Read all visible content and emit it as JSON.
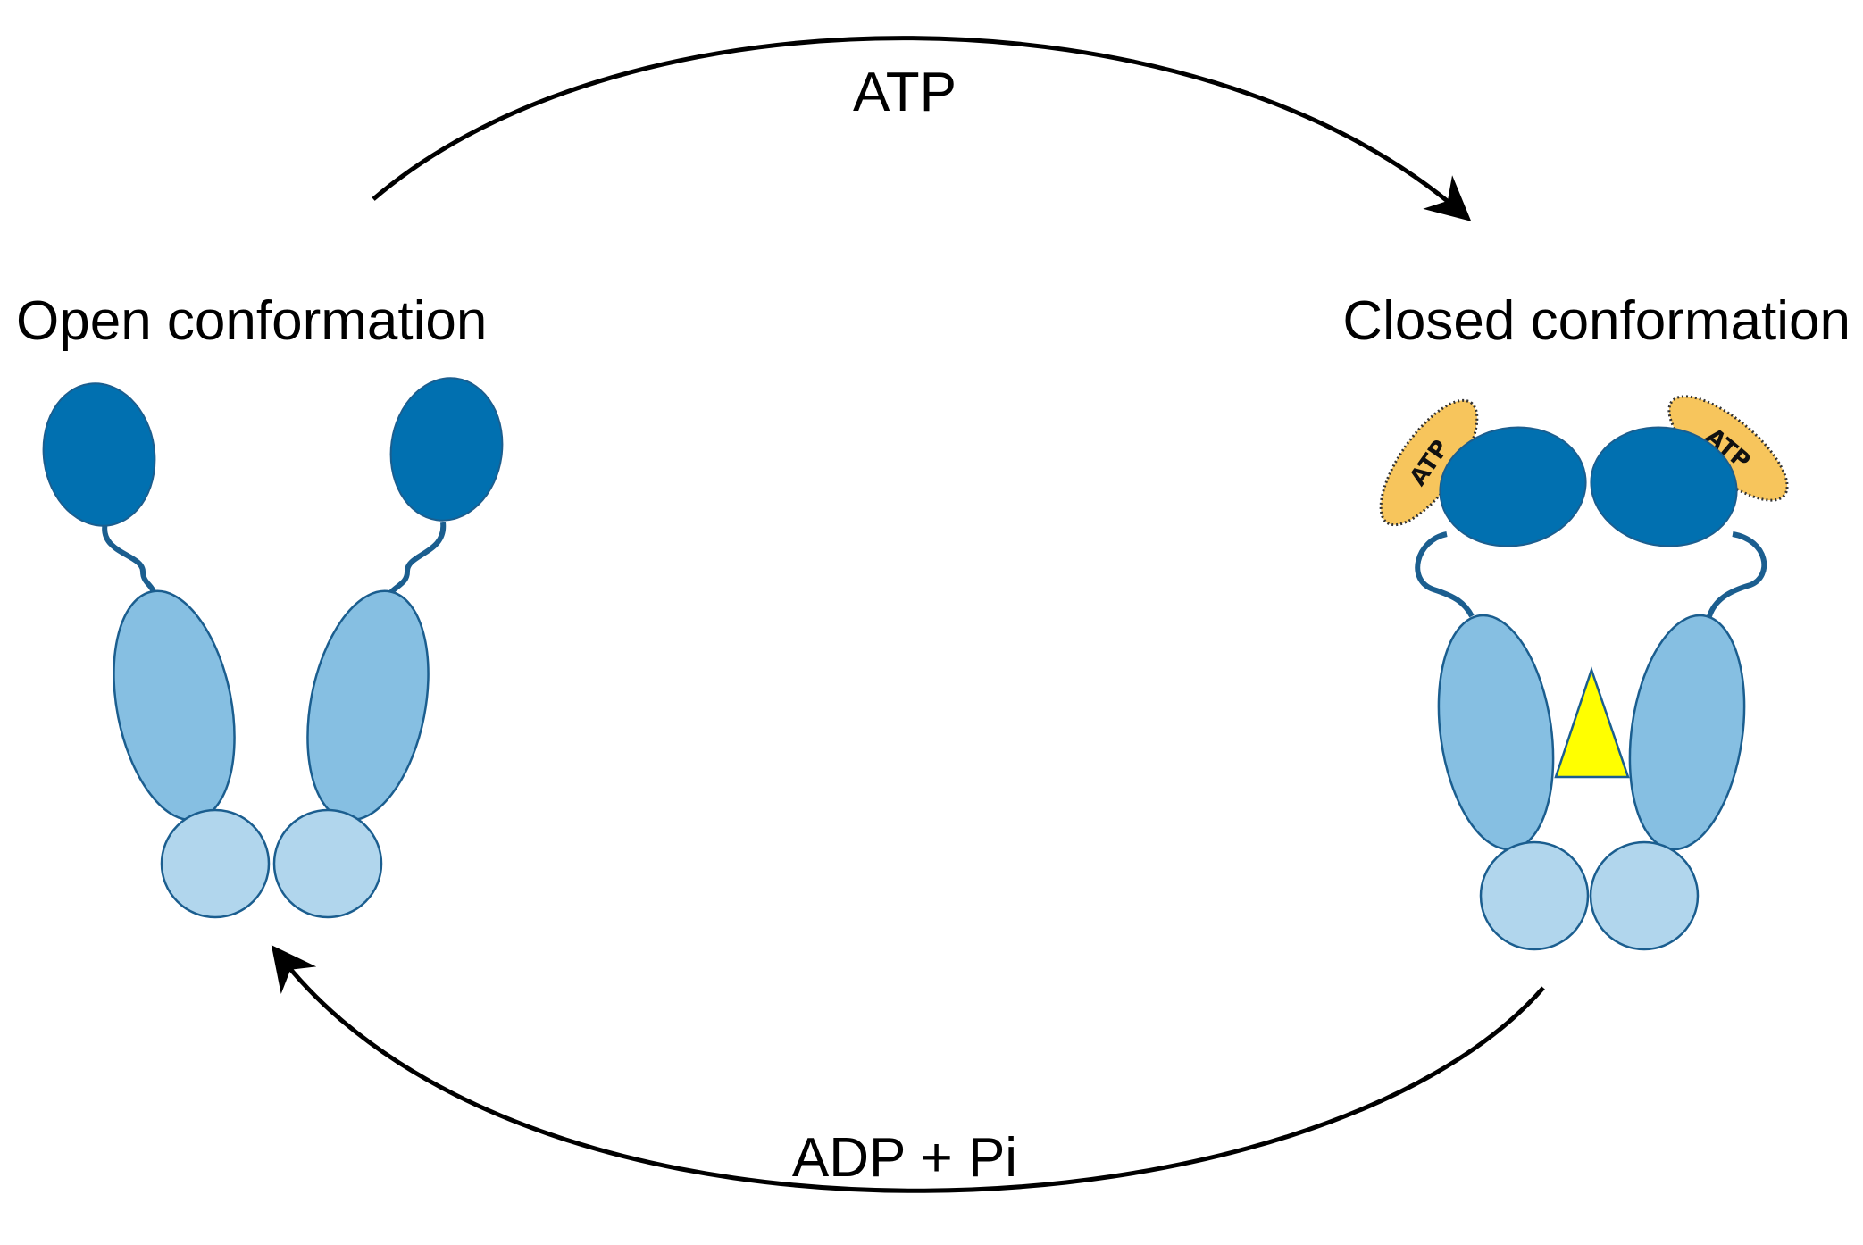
{
  "labels": {
    "top_arrow": "ATP",
    "bottom_arrow": "ADP + Pi",
    "left_state": "Open conformation",
    "right_state": "Closed conformation",
    "atp_tag_left": "ATP",
    "atp_tag_right": "ATP"
  },
  "colors": {
    "n_domain": "#0170b0",
    "m_domain": "#86bfe2",
    "c_domain": "#b1d6ed",
    "outline": "#1b5e8f",
    "atp_burst": "#f7c55c",
    "client_triangle": "#ffff00",
    "arrow": "#000000"
  }
}
